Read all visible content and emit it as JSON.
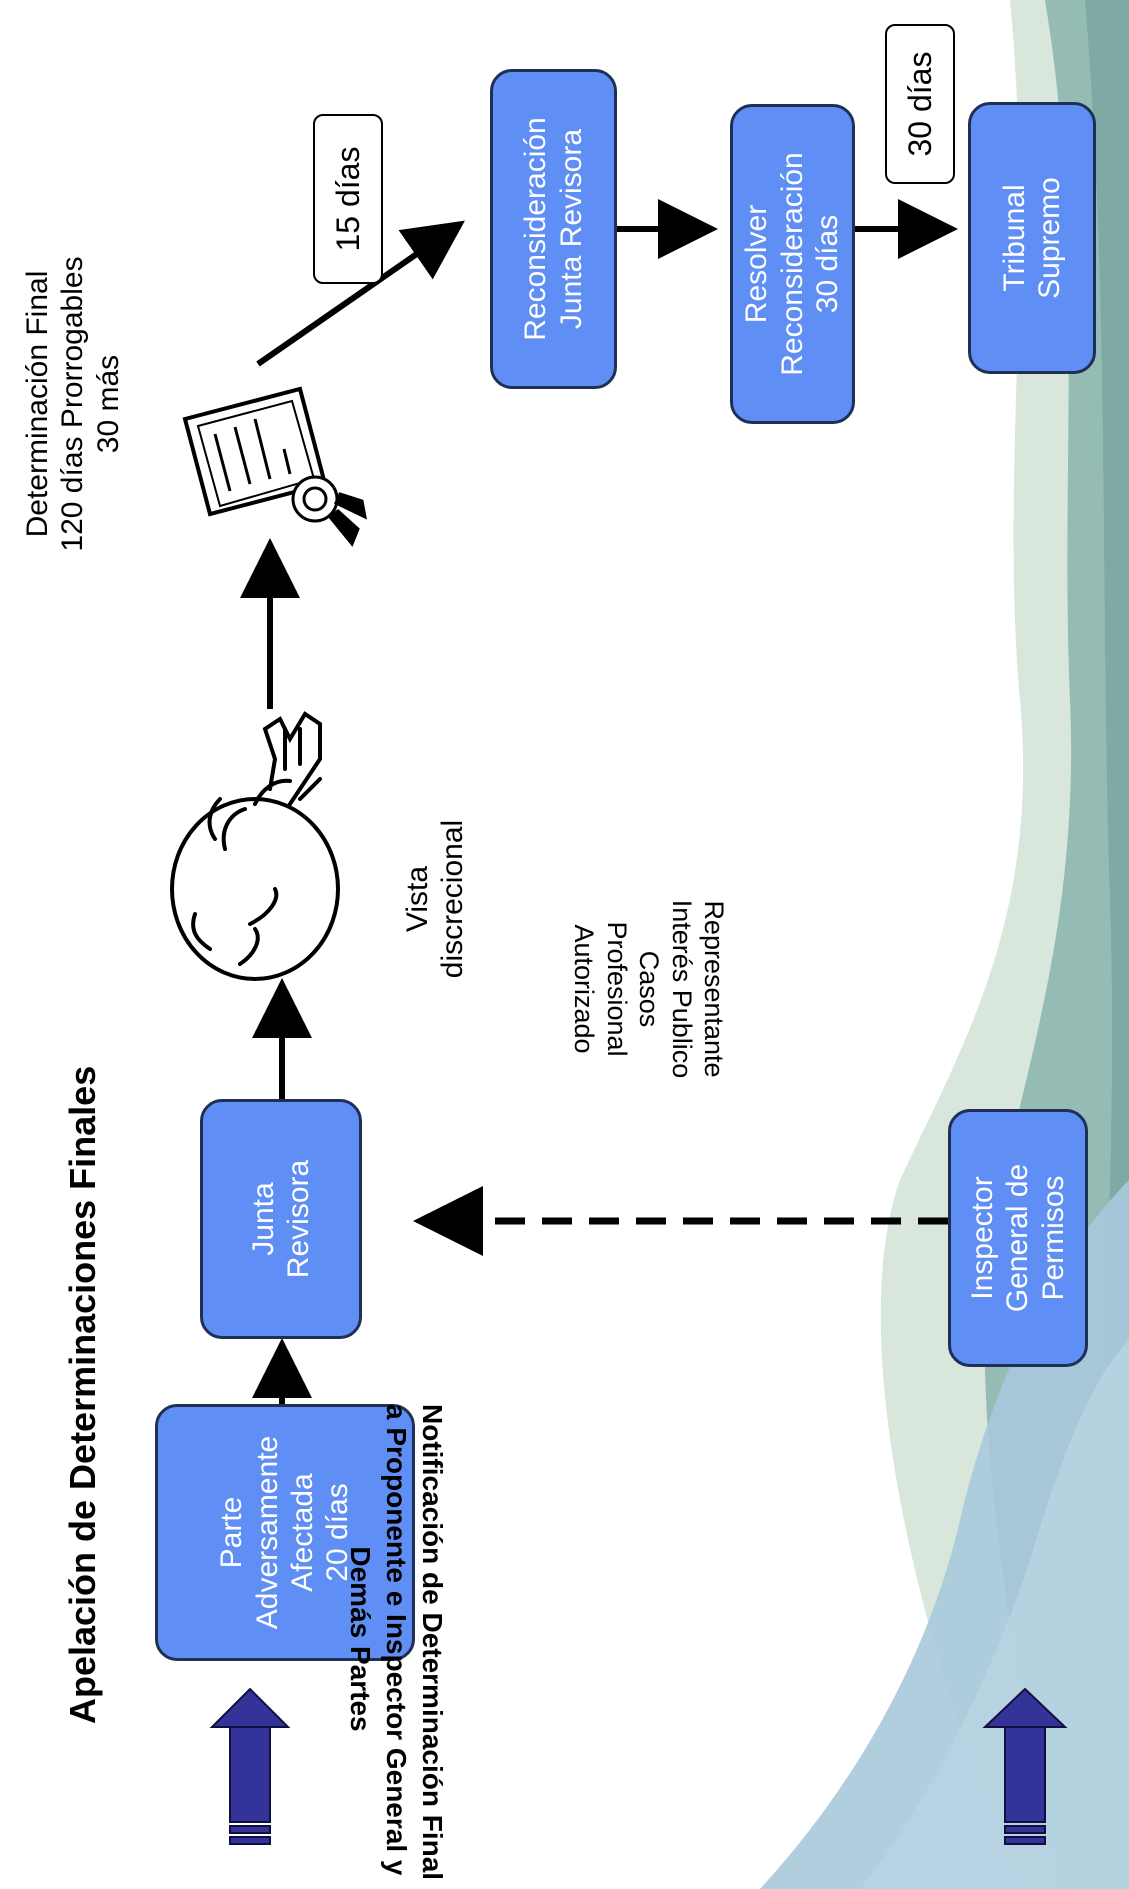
{
  "title": "Apelación de Determinaciones Finales",
  "nodes": {
    "parte": {
      "lines": [
        "Parte",
        "Adversamente",
        "Afectada",
        "20 días"
      ]
    },
    "junta_revisora": {
      "lines": [
        "Junta",
        "Revisora"
      ]
    },
    "inspector": {
      "lines": [
        "Inspector",
        "General de",
        "Permisos"
      ]
    },
    "reconsideracion": {
      "lines": [
        "Reconsideración",
        "Junta Revisora"
      ]
    },
    "resolver": {
      "lines": [
        "Resolver",
        "Reconsideración",
        "30 días"
      ]
    },
    "tribunal": {
      "lines": [
        "Tribunal",
        "Supremo"
      ]
    }
  },
  "labels": {
    "vista": {
      "lines": [
        "Vista",
        "discrecional"
      ]
    },
    "determinacion": {
      "lines": [
        "Determinación Final",
        "120 días Prorrogables",
        "30 más"
      ]
    },
    "representante": {
      "lines": [
        "Representante",
        "Interés Publico",
        "Casos",
        "Profesional",
        "Autorizado"
      ]
    },
    "notificacion": {
      "lines": [
        "Notificación de Determinación Final",
        "a Proponente e Inspector General y",
        "Demás Partes"
      ]
    }
  },
  "day_labels": {
    "d15": "15 días",
    "d30": "30 días"
  },
  "icons": {
    "person": "thinking-person-icon",
    "certificate": "certificate-icon",
    "notice_arrows": "up-arrow-icon"
  },
  "colors": {
    "box_fill": "#5f8ff5",
    "box_border": "#1f2f55",
    "notice_arrow": "#33339a",
    "bg_teal": "#8ab3ae",
    "bg_blue": "#a9c9dc"
  }
}
